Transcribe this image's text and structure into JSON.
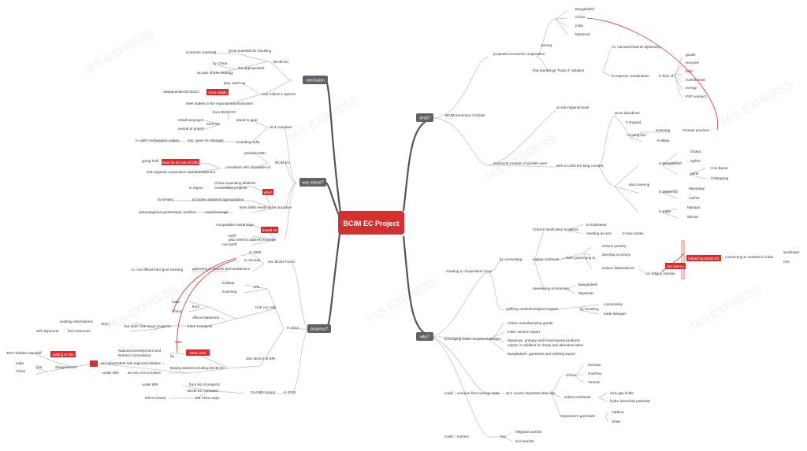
{
  "root": {
    "label": "BCIM EC Project",
    "fill": "#d32f2f"
  },
  "colors": {
    "accent": "#d32f2f",
    "branch": "#5f6368",
    "line": "#bdbdbd"
  },
  "watermark": "IAS EXPRESS",
  "branches": {
    "what": {
      "label": "what?",
      "n1": "BCIM Economic Corridor",
      "a1": "proposed economic cooperation",
      "a1_1": "among",
      "countries": [
        "Bangladesh",
        "China",
        "India",
        "Myanmar"
      ],
      "a1_2": "that started as 'Track 2' initiative",
      "a1_2_1": "i.e. via backchannel diplomacy",
      "a1_2_2": "to improve coordination",
      "a1_2_3": "in flow of",
      "flows": [
        "goods",
        "services",
        "both",
        "investments",
        "energy",
        "P2P connect"
      ],
      "a2": "envisions creation of growth axes",
      "a2_1": "at sub-regional level",
      "a2_2": "with a 2,800 km-long corridor",
      "c1": "as its backbone",
      "c2": "T shaped",
      "c3": "running b/w",
      "c4": "Kunming",
      "c5": "Yunnan province",
      "c6": "Kolkata",
      "c7": "and covering",
      "c8": "in Bangladesh",
      "bd": [
        "Dhaka",
        "Sylhet",
        "ports"
      ],
      "ports": [
        "Cox Bazar",
        "Chittagong"
      ],
      "c9": "in Myanmar",
      "mm": [
        "Mandalay",
        "Lashio"
      ],
      "c10": "in India",
      "in": [
        "Manipur",
        "Silchar"
      ]
    },
    "why": {
      "label": "why?",
      "w1": "creating a 'cooperation zone'",
      "w1_1": "by connecting",
      "w1_1a": "China's landlocked locations",
      "w1_1a1": "in southwest",
      "w1_1a2": "needing access",
      "w1_1a3": "to sea routes",
      "w1_1b": "India's northeast",
      "w1_1b1": "→ have goal trying to",
      "goals": [
        "reduce poverty",
        "develop economy",
        "reduce dependence"
      ],
      "w1_1b2": "on Siliguri corridor",
      "w1_1b3": "too narrow",
      "w1_1b4": "helped by BCIM EC",
      "w1_1b5": "connecting to markets in India",
      "regions": [
        "southeast",
        "rest"
      ],
      "w1_1c": "developing economies",
      "w1_1c1": "Bangladesh",
      "w1_1c2": "Myanmar",
      "w1_2": "→ uplifting underdeveloped regions",
      "w1_2a": "by boosting",
      "w1_2b": "connectivity",
      "w1_2c": "trade linkages",
      "w2": "leveraging trade complementarities",
      "w2_items": [
        "China: manufacturing goods",
        "India: service export",
        "Myanmar: primary and forest-based products",
        "export, in addition to cheap and abundant labor",
        "Bangladesh: garments and clothing export"
      ],
      "w3": "could ↑ revenue from energy trade",
      "w3_1": "as it covers important sites like",
      "w3_2": "China",
      "china_sites": [
        "Sichuan",
        "Guizhou",
        "Yunnan"
      ],
      "w3_3": "India's northeast",
      "ne_sites": [
        "oil & gas fields",
        "hydro electricity potential"
      ],
      "w3_4": "Myanmar's gas fields",
      "gas_sites": [
        "Yadana",
        "Shwe"
      ],
      "w4": "could ↑ tourism",
      "w4_1": "esp.",
      "tourism": [
        "religious tourism",
        "eco tourism"
      ]
    },
    "conclusion": {
      "label": "conclusion",
      "k1": "BCIM EC",
      "k1_1": "great potential for boosting",
      "k1_1a": "economic potential",
      "k1_2": "but appropriated",
      "k1_2a": "by China",
      "k1_2b": "as part of BRI strategy",
      "k2": "now India's 2 options",
      "k2_1": "play catch-up",
      "k2_2": "revive at the BCIM EC",
      "k2_3": "more viable",
      "k2_4": "seek stakes in the regional transformation"
    },
    "way_ahead": {
      "label": "way ahead?",
      "y1": "all 4 countries",
      "y1_1": "stand to gain",
      "y1_1a": "from BCIM EC",
      "y1_1b": "rebuilt at project",
      "y1_1c": "each for",
      "y1_1d": "revival of project",
      "y1_2": "including India",
      "y1_2a": "esp. given its attempts",
      "y1_2b": "to uplift northeastern states",
      "y2": "BCIM EC",
      "y2_1": "predates BRI",
      "y2_2": "consistent with objectives of",
      "y2_2a": "going forth",
      "y2_2b": "must be at core of talks",
      "y2_2c": "sub-regional cooperation and development",
      "y3": "New Delhi needs to be proactive",
      "y3_1": "why?",
      "y3_1a": "China expanding bilateral",
      "y3_1b": "connectivity projects",
      "y3_1c": "in region",
      "y3_2": "to tackle unilateral appropriation",
      "y3_2a": "by Beijing",
      "y3_3": "could leverage →",
      "y3_3a": "advantageous geostrategic position",
      "y4": "also need to address Kunmin",
      "y4_1": "based on",
      "y4_1a": "comparative advantage",
      "y4_2": "tariff",
      "y4_3": "non-tariff"
    },
    "progress": {
      "label": "progress?",
      "p1": "est. BCIM Forum",
      "p1_1": "in 1999",
      "p1_2": "in Yunnan",
      "p1_3": "gathering of experts and academics",
      "p1_3a": "i.e. not official inter-govt meeting",
      "p2": "in 2013",
      "p2_1": "K2K car rally",
      "p2_1a": "b/w",
      "p2_1b": "Kolkata",
      "p2_1c": "Kunming",
      "p2_2": "official statement →",
      "p2_2a": "from",
      "p2_2b": "India",
      "p2_2c": "China",
      "p2_3": "track 1 projects",
      "p2_3a": "but didn't see much progress",
      "p2_3b": "why?",
      "p2_3c": "existing reservations",
      "p2_3d": "few resources",
      "p2_3e": "with Myanmar",
      "p2_4": "also launch of BRI",
      "p2_4a": "Beijing started including BCIM EC",
      "p2_4b": "by",
      "p2_4c": "National Development and",
      "p2_4d": "Reform Commission",
      "p2_4e": "taken over",
      "p2_4f": "now",
      "p2_4g": "as independent sub-regional initiative →",
      "p2_4h": "under BRI",
      "p2_4i": "as one of 6 corridors",
      "p2_4j": "disagreement",
      "p2_4k": "b/w",
      "p2_4l": "India",
      "p2_4m": "China",
      "p2_4n": "adding to this",
      "p2_4o": "2017 Doklam standoff",
      "p3": "in 2019",
      "p3_1": "2nd BRI Forum",
      "p3_2": "BCIM EC excluded",
      "p3_3": "from list of projects",
      "p3_3a": "under BRI",
      "p3_4": "but China says",
      "p3_4a": "still on board"
    }
  }
}
